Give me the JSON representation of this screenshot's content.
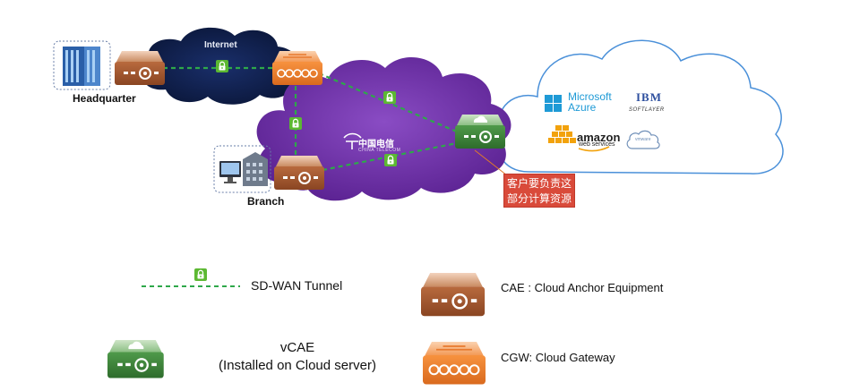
{
  "nodes": {
    "headquarter_label": "Headquarter",
    "branch_label": "Branch",
    "internet_label": "Internet"
  },
  "carrier": {
    "name_cn": "中国电信",
    "name_en": "CHINA TELECOM"
  },
  "callout": {
    "line1": "客户要负责这",
    "line2": "部分计算资源"
  },
  "cloud_logos": {
    "microsoft": "Microsoft",
    "azure": "Azure",
    "ibm": "IBM",
    "softlayer": "SOFTLAYER",
    "amazon": "amazon",
    "aws": "web services",
    "vmware": "vmware"
  },
  "legend": {
    "tunnel": "SD-WAN Tunnel",
    "vcae_line1": "vCAE",
    "vcae_line2": "(Installed on Cloud server)",
    "cae": "CAE : Cloud Anchor Equipment",
    "cgw": "CGW: Cloud Gateway"
  },
  "colors": {
    "internet_cloud": "#0f2150",
    "carrier_cloud": "#6a2fa0",
    "public_cloud_border": "#4a90d9",
    "tunnel": "#2ea84a",
    "lock": "#5cb832",
    "cae_top": "#d9a07a",
    "cae_body": "#a0522d",
    "cgw_body": "#f08a3c",
    "vcae_body": "#3d8b3d",
    "callout": "#d94a3a"
  }
}
